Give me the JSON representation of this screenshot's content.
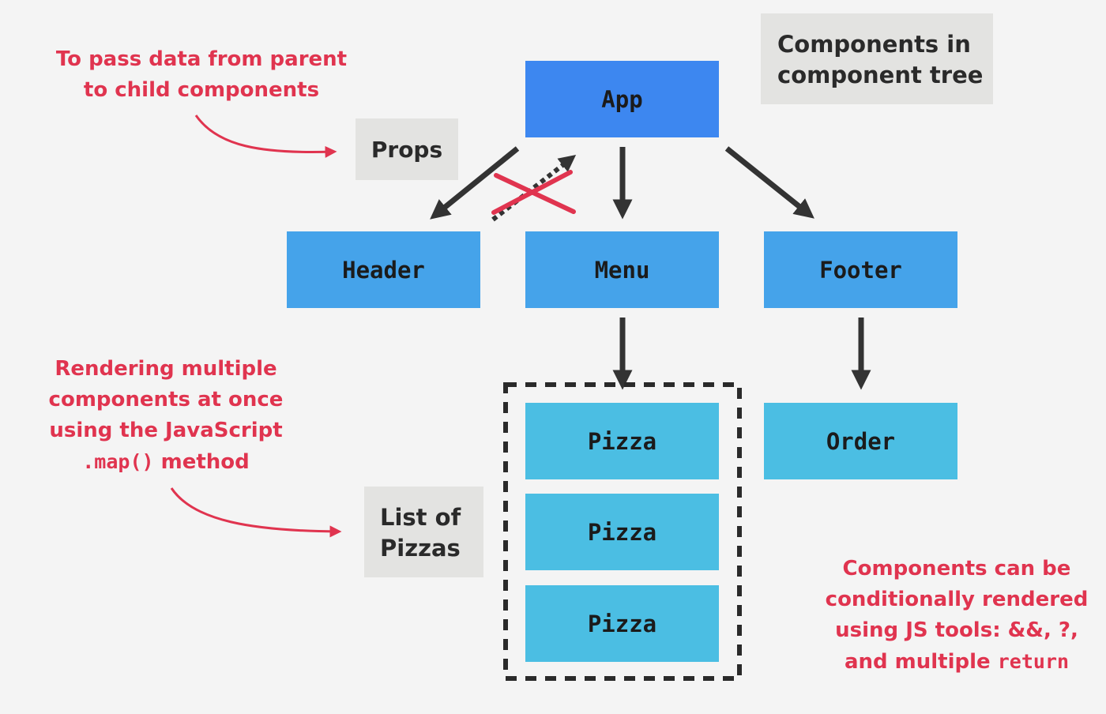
{
  "nodes": {
    "app": "App",
    "header": "Header",
    "menu": "Menu",
    "footer": "Footer",
    "pizza_1": "Pizza",
    "pizza_2": "Pizza",
    "pizza_3": "Pizza",
    "order": "Order"
  },
  "labels": {
    "props": "Props",
    "component_tree_line1": "Components in",
    "component_tree_line2": "component tree",
    "list_of_pizzas_line1": "List of",
    "list_of_pizzas_line2": "Pizzas"
  },
  "notes": {
    "props_note_line1": "To pass data from parent",
    "props_note_line2": "to child components",
    "map_note_line1": "Rendering multiple",
    "map_note_line2": "components at once",
    "map_note_line3": "using the JavaScript",
    "map_note_code": ".map()",
    "map_note_suffix": " method",
    "conditional_note_line1": "Components can be",
    "conditional_note_line2": "conditionally rendered",
    "conditional_note_line3": "using JS tools: &&, ?,",
    "conditional_note_prefix": "and multiple ",
    "conditional_note_code": "return"
  },
  "colors": {
    "background": "#f4f4f4",
    "app": "#3d87f0",
    "level2": "#45a3ea",
    "level3": "#4bbee3",
    "label_bg": "#e3e3e1",
    "annotation_red": "#e0344f",
    "arrow": "#333333"
  }
}
